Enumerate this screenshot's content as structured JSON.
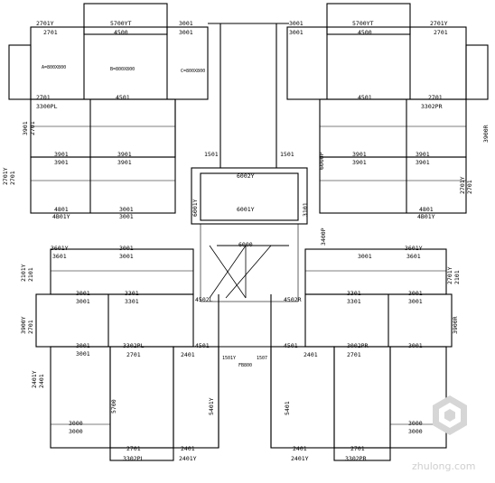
{
  "labels": {
    "l01": "2701Y",
    "l02": "2701",
    "l03": "5700YT",
    "l04": "4500",
    "l05": "3001",
    "l06": "3001",
    "l07": "3001",
    "l08": "3001",
    "l09": "5700YT",
    "l10": "4500",
    "l11": "2701Y",
    "l12": "2701",
    "l13": "A=800X800",
    "l14": "B=800X800",
    "l15": "C=800X800",
    "l16": "2701",
    "l17": "4501",
    "l18": "4501",
    "l19": "2701",
    "l20": "3300PL",
    "l21": "3302PR",
    "l22": "3901",
    "l23": "3901",
    "l24": "3901",
    "l25": "3901",
    "l26": "3901",
    "l27": "3901",
    "l28": "3901",
    "l29": "3901",
    "l30": "6002Y",
    "l31": "1501",
    "l32": "1501",
    "l33": "4801",
    "l34": "4B01Y",
    "l35": "3001",
    "l36": "3001",
    "l37": "6001Y",
    "l38": "4801",
    "l39": "4B01Y",
    "l40": "3601Y",
    "l41": "3601",
    "l42": "3001",
    "l43": "3001",
    "l44": "6000",
    "l45": "3001",
    "l46": "3601Y",
    "l47": "3601",
    "l48": "3001",
    "l49": "3301",
    "l50": "3301",
    "l51": "3001",
    "l52": "3001",
    "l53": "3301",
    "l54": "3301",
    "l55": "3001",
    "l56": "4502L",
    "l57": "4502R",
    "l58": "3001",
    "l59": "3302PL",
    "l60": "2701",
    "l61": "4501",
    "l62": "4501",
    "l63": "3002PR",
    "l64": "3001",
    "l65": "3001",
    "l66": "2701",
    "l67": "2401",
    "l68": "2401",
    "l69": "1501Y",
    "l70": "1507",
    "l71": "FB800",
    "l72": "2701",
    "l73": "2401",
    "l74": "2401Y",
    "l75": "3302PL",
    "l76": "3000",
    "l77": "3000",
    "l78": "2401Y",
    "l79": "2401",
    "l80": "3302PR",
    "l81": "2701",
    "l82": "3000",
    "l83": "3000",
    "l84": "2701Y",
    "l85": "2701",
    "l86": "3900R",
    "l87": "2701Y",
    "l88": "2701",
    "l89": "2101Y",
    "l90": "2101",
    "l91": "3900Y",
    "l92": "2701",
    "l93": "2401Y",
    "l94": "2401",
    "l95": "3900R",
    "l96": "2701Y",
    "l97": "2101",
    "l98": "5401Y",
    "l99": "5401",
    "l100": "5700",
    "l101": "6001Y",
    "l102": "3101",
    "l103": "6000P",
    "l104": "3400P",
    "l105": "3901",
    "l106": "2701"
  },
  "watermark": {
    "text": "zhulong.com"
  }
}
